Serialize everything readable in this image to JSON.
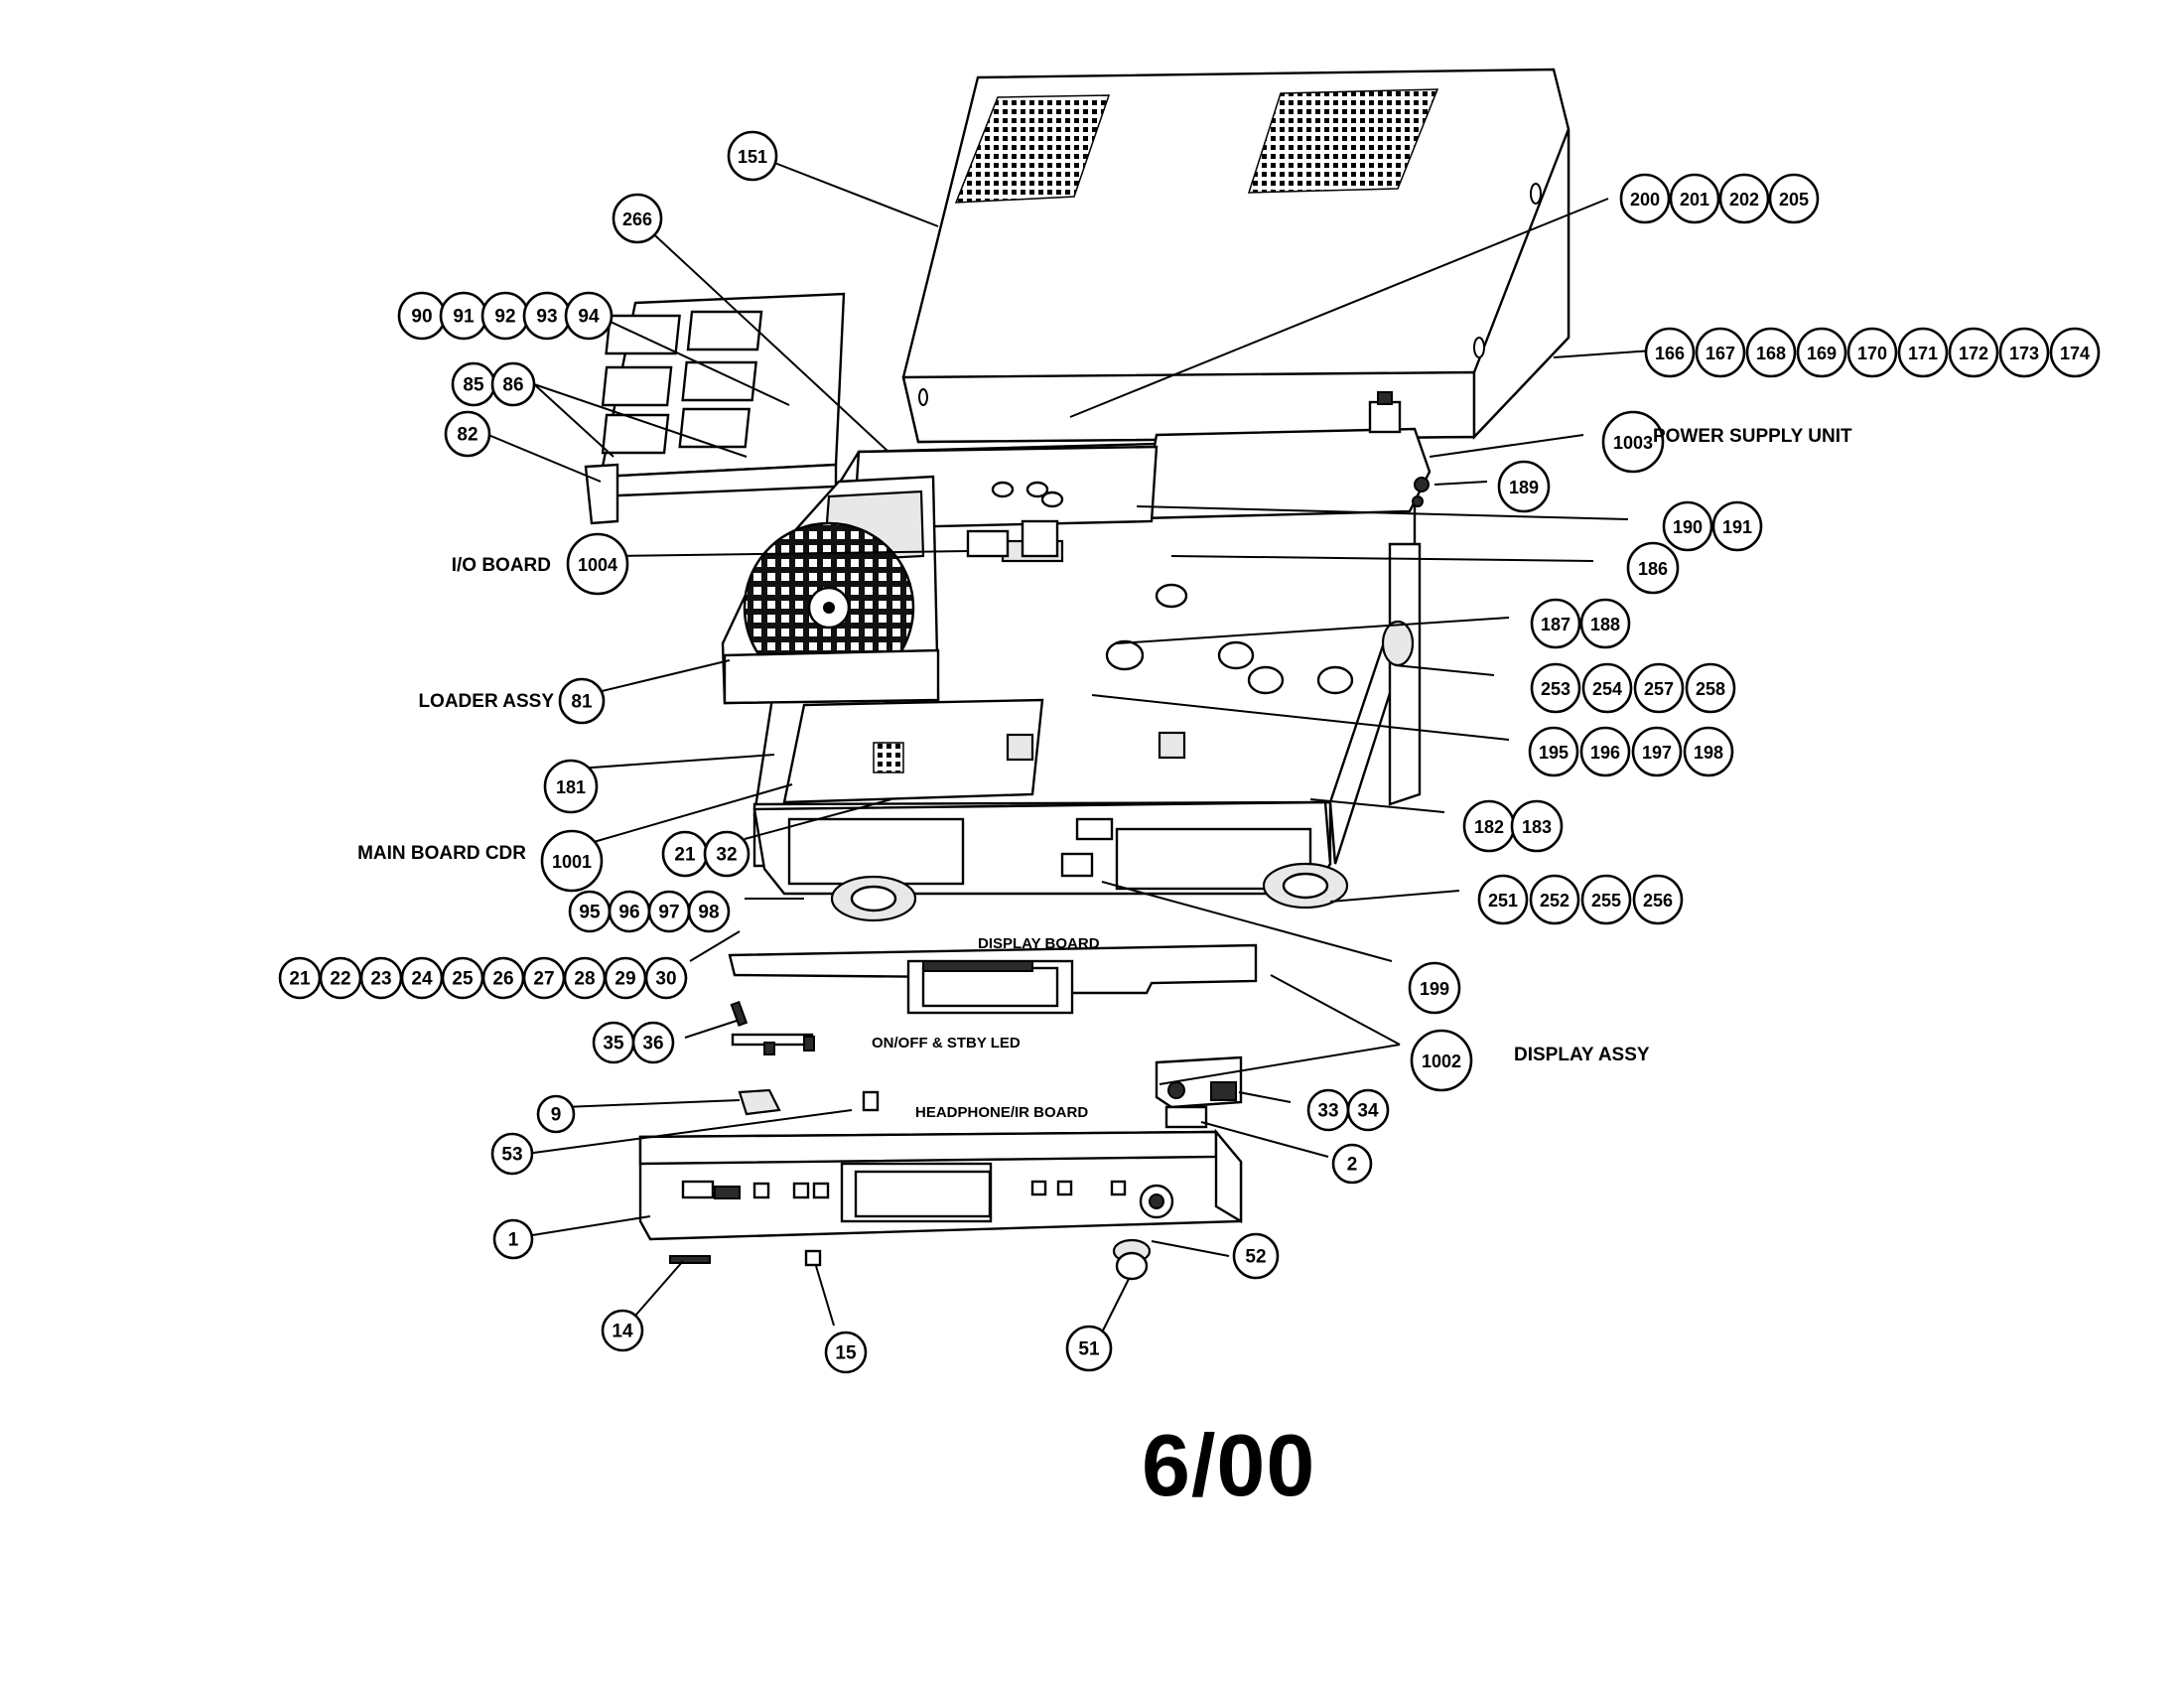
{
  "callout_groups": [
    {
      "id": "g151",
      "numbers": [
        "151"
      ]
    },
    {
      "id": "g266",
      "numbers": [
        "266"
      ]
    },
    {
      "id": "g200",
      "numbers": [
        "200",
        "201",
        "202",
        "205"
      ]
    },
    {
      "id": "g90",
      "numbers": [
        "90",
        "91",
        "92",
        "93",
        "94"
      ]
    },
    {
      "id": "g166",
      "numbers": [
        "166",
        "167",
        "168",
        "169",
        "170",
        "171",
        "172",
        "173",
        "174"
      ]
    },
    {
      "id": "g85",
      "numbers": [
        "85",
        "86"
      ]
    },
    {
      "id": "g82",
      "numbers": [
        "82"
      ]
    },
    {
      "id": "g1003",
      "numbers": [
        "1003"
      ]
    },
    {
      "id": "g189",
      "numbers": [
        "189"
      ]
    },
    {
      "id": "g190",
      "numbers": [
        "190",
        "191"
      ]
    },
    {
      "id": "g1004",
      "numbers": [
        "1004"
      ]
    },
    {
      "id": "g186",
      "numbers": [
        "186"
      ]
    },
    {
      "id": "g187",
      "numbers": [
        "187",
        "188"
      ]
    },
    {
      "id": "g81",
      "numbers": [
        "81"
      ]
    },
    {
      "id": "g253",
      "numbers": [
        "253",
        "254",
        "257",
        "258"
      ]
    },
    {
      "id": "g195",
      "numbers": [
        "195",
        "196",
        "197",
        "198"
      ]
    },
    {
      "id": "g181",
      "numbers": [
        "181"
      ]
    },
    {
      "id": "g182",
      "numbers": [
        "182",
        "183"
      ]
    },
    {
      "id": "g1001",
      "numbers": [
        "1001"
      ]
    },
    {
      "id": "g21a",
      "numbers": [
        "21",
        "32"
      ]
    },
    {
      "id": "g251",
      "numbers": [
        "251",
        "252",
        "255",
        "256"
      ]
    },
    {
      "id": "g95",
      "numbers": [
        "95",
        "96",
        "97",
        "98"
      ]
    },
    {
      "id": "g21b",
      "numbers": [
        "21",
        "22",
        "23",
        "24",
        "25",
        "26",
        "27",
        "28",
        "29",
        "30"
      ]
    },
    {
      "id": "g199",
      "numbers": [
        "199"
      ]
    },
    {
      "id": "g35",
      "numbers": [
        "35",
        "36"
      ]
    },
    {
      "id": "g1002",
      "numbers": [
        "1002"
      ]
    },
    {
      "id": "g9",
      "numbers": [
        "9"
      ]
    },
    {
      "id": "g33",
      "numbers": [
        "33",
        "34"
      ]
    },
    {
      "id": "g53",
      "numbers": [
        "53"
      ]
    },
    {
      "id": "g2",
      "numbers": [
        "2"
      ]
    },
    {
      "id": "g1",
      "numbers": [
        "1"
      ]
    },
    {
      "id": "g52",
      "numbers": [
        "52"
      ]
    },
    {
      "id": "g14",
      "numbers": [
        "14"
      ]
    },
    {
      "id": "g15",
      "numbers": [
        "15"
      ]
    },
    {
      "id": "g51",
      "numbers": [
        "51"
      ]
    }
  ],
  "labels": {
    "power_supply": "POWER SUPPLY UNIT",
    "io_board": "I/O BOARD",
    "loader": "LOADER ASSY",
    "main_board": "MAIN BOARD CDR",
    "display_board": "DISPLAY BOARD",
    "display_assy": "DISPLAY ASSY",
    "onoff_led": "ON/OFF & STBY LED",
    "headphone": "HEADPHONE/IR BOARD"
  },
  "date_stamp": "6/00"
}
